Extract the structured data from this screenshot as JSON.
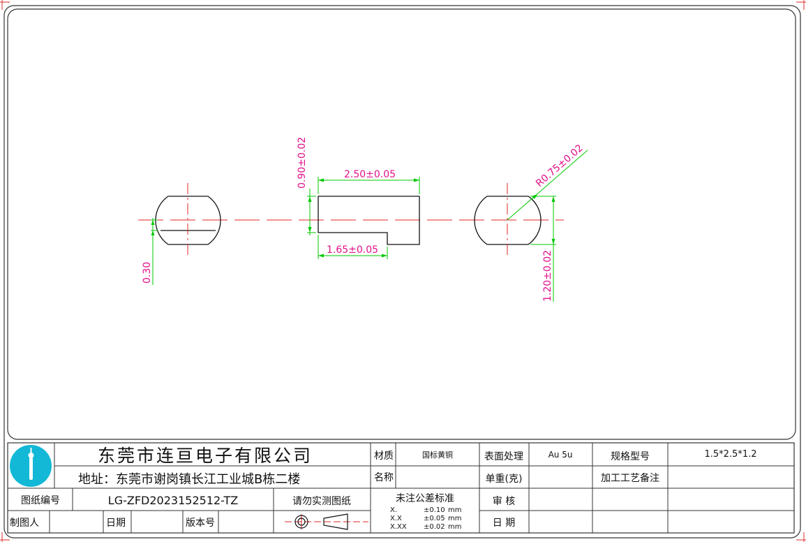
{
  "drawing": {
    "dimensions": {
      "length": "2.50±0.05",
      "step_length": "1.65±0.05",
      "top_height": "0.90±0.02",
      "total_height": "1.20±0.02",
      "radius": "R0.75±0.02",
      "flat": "0.30"
    }
  },
  "title_block": {
    "company_name": "东莞市连亘电子有限公司",
    "address": "地址：东莞市谢岗镇长江工业城B栋二楼",
    "material_label": "材质",
    "material_value": "国标黄铜",
    "name_label": "名称",
    "name_value": "",
    "surface_label": "表面处理",
    "surface_value": "Au 5u",
    "spec_label": "规格型号",
    "spec_value": "1.5*2.5*1.2",
    "unit_weight_label": "单重(克)",
    "unit_weight_value": "",
    "process_label": "加工工艺备注",
    "process_value": "",
    "drawing_no_label": "图纸编号",
    "drawing_no_value": "LG-ZFD2023152512-TZ",
    "do_not_measure": "请勿实测图纸",
    "tolerance_title": "未注公差标准",
    "tolerances": [
      {
        "grade": "X.",
        "value": "±0.10",
        "unit": "mm"
      },
      {
        "grade": "X.X",
        "value": "±0.05",
        "unit": "mm"
      },
      {
        "grade": "X.XX",
        "value": "±0.02",
        "unit": "mm"
      }
    ],
    "review_label": "审 核",
    "review_value": "",
    "drafter_label": "制图人",
    "drafter_value": "",
    "date_label": "日期",
    "date_value": "",
    "version_label": "版本号",
    "version_value": "",
    "date2_label": "日 期",
    "date2_value": "",
    "logo_color": "#12b8d6"
  }
}
